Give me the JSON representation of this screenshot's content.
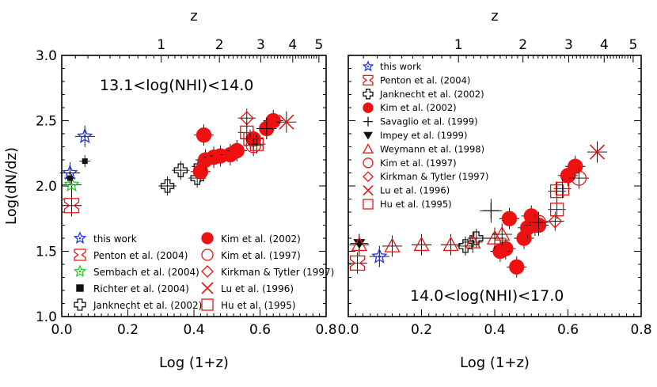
{
  "figure": {
    "ylabel": "Log(dN/dz)",
    "xlabel": "Log (1+z)",
    "top_axis_label": "z",
    "top_ticks": [
      "1",
      "2",
      "3",
      "4",
      "5"
    ],
    "x_ticks": [
      "0.0",
      "0.2",
      "0.4",
      "0.6",
      "0.8"
    ],
    "y_ticks": [
      "1.0",
      "1.5",
      "2.0",
      "2.5",
      "3.0"
    ]
  },
  "colors": {
    "red": "#ee1111",
    "blue": "#2233ee",
    "green": "#22cc22",
    "black": "#111111"
  },
  "chart_data": [
    {
      "type": "scatter",
      "title": "13.1<log(NHI)<14.0",
      "xlabel": "Log (1+z)",
      "ylabel": "Log(dN/dz)",
      "xlim": [
        0.0,
        0.8
      ],
      "ylim": [
        1.0,
        3.0
      ],
      "top_axis": {
        "label": "z",
        "ticks": [
          1,
          2,
          3,
          4,
          5
        ]
      },
      "legend_left": [
        {
          "name": "this work",
          "marker": "star",
          "color": "#2233ee"
        },
        {
          "name": "Penton et al. (2004)",
          "marker": "hourglass",
          "color": "#ee1111"
        },
        {
          "name": "Sembach et al. (2004)",
          "marker": "star",
          "color": "#22cc22"
        },
        {
          "name": "Richter et al. (2004)",
          "marker": "filled-square",
          "color": "#111111"
        },
        {
          "name": "Janknecht et al. (2002)",
          "marker": "cross",
          "color": "#111111"
        }
      ],
      "legend_right": [
        {
          "name": "Kim et al. (2002)",
          "marker": "filled-circle",
          "color": "#ee1111"
        },
        {
          "name": "Kim et al. (1997)",
          "marker": "open-circle",
          "color": "#ee1111"
        },
        {
          "name": "Kirkman & Tytler (1997)",
          "marker": "diamond",
          "color": "#ee1111"
        },
        {
          "name": "Lu et al. (1996)",
          "marker": "x",
          "color": "#ee1111"
        },
        {
          "name": "Hu et al. (1995)",
          "marker": "open-square",
          "color": "#ee1111"
        }
      ],
      "series": [
        {
          "name": "this work",
          "marker": "star",
          "color": "#2233ee",
          "points": [
            [
              0.07,
              2.38
            ],
            [
              0.025,
              2.1
            ]
          ]
        },
        {
          "name": "Penton et al. (2004)",
          "marker": "hourglass",
          "color": "#ee1111",
          "points": [
            [
              0.03,
              1.85
            ]
          ]
        },
        {
          "name": "Sembach et al. (2004)",
          "marker": "star",
          "color": "#22cc22",
          "points": [
            [
              0.03,
              2.01
            ]
          ]
        },
        {
          "name": "Richter et al. (2004)",
          "marker": "filled-square",
          "color": "#111111",
          "points": [
            [
              0.07,
              2.19
            ],
            [
              0.025,
              2.06
            ]
          ]
        },
        {
          "name": "Janknecht et al. (2002)",
          "marker": "cross",
          "color": "#111111",
          "points": [
            [
              0.32,
              2.0
            ],
            [
              0.36,
              2.12
            ],
            [
              0.41,
              2.06
            ],
            [
              0.42,
              2.15
            ]
          ]
        },
        {
          "name": "Kim et al. (2002)",
          "marker": "filled-circle",
          "color": "#ee1111",
          "points": [
            [
              0.43,
              2.39
            ],
            [
              0.42,
              2.11
            ],
            [
              0.435,
              2.2
            ],
            [
              0.46,
              2.22
            ],
            [
              0.48,
              2.23
            ],
            [
              0.51,
              2.24
            ],
            [
              0.53,
              2.27
            ],
            [
              0.58,
              2.36
            ],
            [
              0.62,
              2.44
            ],
            [
              0.64,
              2.5
            ]
          ]
        },
        {
          "name": "Kim et al. (1997)",
          "marker": "open-circle",
          "color": "#ee1111",
          "points": [
            [
              0.58,
              2.31
            ],
            [
              0.62,
              2.44
            ]
          ]
        },
        {
          "name": "Kirkman & Tytler (1997)",
          "marker": "diamond",
          "color": "#ee1111",
          "points": [
            [
              0.56,
              2.52
            ]
          ]
        },
        {
          "name": "Lu et al. (1996)",
          "marker": "x",
          "color": "#ee1111",
          "points": [
            [
              0.68,
              2.49
            ]
          ]
        },
        {
          "name": "Hu et al. (1995)",
          "marker": "open-square",
          "color": "#ee1111",
          "points": [
            [
              0.56,
              2.41
            ],
            [
              0.57,
              2.36
            ],
            [
              0.59,
              2.32
            ]
          ]
        }
      ]
    },
    {
      "type": "scatter",
      "title": "14.0<log(NHI)<17.0",
      "xlabel": "Log (1+z)",
      "ylabel": "Log(dN/dz)",
      "xlim": [
        0.0,
        0.8
      ],
      "ylim": [
        1.0,
        3.0
      ],
      "top_axis": {
        "label": "z",
        "ticks": [
          1,
          2,
          3,
          4,
          5
        ]
      },
      "legend": [
        {
          "name": "this work",
          "marker": "star",
          "color": "#2233ee"
        },
        {
          "name": "Penton et al. (2004)",
          "marker": "hourglass",
          "color": "#ee1111"
        },
        {
          "name": "Janknecht et al. (2002)",
          "marker": "cross",
          "color": "#111111"
        },
        {
          "name": "Kim et al. (2002)",
          "marker": "filled-circle",
          "color": "#ee1111"
        },
        {
          "name": "Savaglio et al. (1999)",
          "marker": "plus",
          "color": "#111111"
        },
        {
          "name": "Impey et al. (1999)",
          "marker": "down-triangle",
          "color": "#111111"
        },
        {
          "name": "Weymann et al. (1998)",
          "marker": "triangle",
          "color": "#ee1111"
        },
        {
          "name": "Kim et al. (1997)",
          "marker": "open-circle",
          "color": "#ee1111"
        },
        {
          "name": "Kirkman & Tytler (1997)",
          "marker": "diamond",
          "color": "#ee1111"
        },
        {
          "name": "Lu et al. (1996)",
          "marker": "x",
          "color": "#ee1111"
        },
        {
          "name": "Hu et al. (1995)",
          "marker": "open-square",
          "color": "#ee1111"
        }
      ],
      "series": [
        {
          "name": "this work",
          "marker": "star",
          "color": "#2233ee",
          "points": [
            [
              0.085,
              1.46
            ]
          ]
        },
        {
          "name": "Penton et al. (2004)",
          "marker": "hourglass",
          "color": "#ee1111",
          "points": [
            [
              0.025,
              1.41
            ]
          ]
        },
        {
          "name": "Janknecht et al. (2002)",
          "marker": "cross",
          "color": "#111111",
          "points": [
            [
              0.32,
              1.54
            ],
            [
              0.35,
              1.6
            ]
          ]
        },
        {
          "name": "Kim et al. (2002)",
          "marker": "filled-circle",
          "color": "#ee1111",
          "points": [
            [
              0.44,
              1.75
            ],
            [
              0.43,
              1.52
            ],
            [
              0.415,
              1.5
            ],
            [
              0.46,
              1.38
            ],
            [
              0.48,
              1.6
            ],
            [
              0.49,
              1.68
            ],
            [
              0.5,
              1.77
            ],
            [
              0.51,
              1.7
            ],
            [
              0.52,
              1.7
            ],
            [
              0.6,
              2.08
            ],
            [
              0.62,
              2.15
            ]
          ]
        },
        {
          "name": "Savaglio et al. (1999)",
          "marker": "plus",
          "color": "#111111",
          "points": [
            [
              0.39,
              1.81
            ]
          ]
        },
        {
          "name": "Impey et al. (1999)",
          "marker": "down-triangle",
          "color": "#111111",
          "points": [
            [
              0.03,
              1.56
            ]
          ]
        },
        {
          "name": "Weymann et al. (1998)",
          "marker": "triangle",
          "color": "#ee1111",
          "points": [
            [
              0.03,
              1.55
            ],
            [
              0.12,
              1.54
            ],
            [
              0.2,
              1.55
            ],
            [
              0.28,
              1.55
            ],
            [
              0.34,
              1.57
            ],
            [
              0.4,
              1.6
            ],
            [
              0.42,
              1.63
            ]
          ]
        },
        {
          "name": "Kim et al. (1997)",
          "marker": "open-circle",
          "color": "#ee1111",
          "points": [
            [
              0.52,
              1.72
            ],
            [
              0.63,
              2.06
            ]
          ]
        },
        {
          "name": "Kirkman & Tytler (1997)",
          "marker": "diamond",
          "color": "#ee1111",
          "points": [
            [
              0.565,
              1.73
            ]
          ]
        },
        {
          "name": "Lu et al. (1996)",
          "marker": "x",
          "color": "#ee1111",
          "points": [
            [
              0.68,
              2.26
            ]
          ]
        },
        {
          "name": "Hu et al. (1995)",
          "marker": "open-square",
          "color": "#ee1111",
          "points": [
            [
              0.57,
              1.96
            ],
            [
              0.585,
              1.98
            ],
            [
              0.57,
              1.82
            ]
          ]
        }
      ]
    }
  ]
}
